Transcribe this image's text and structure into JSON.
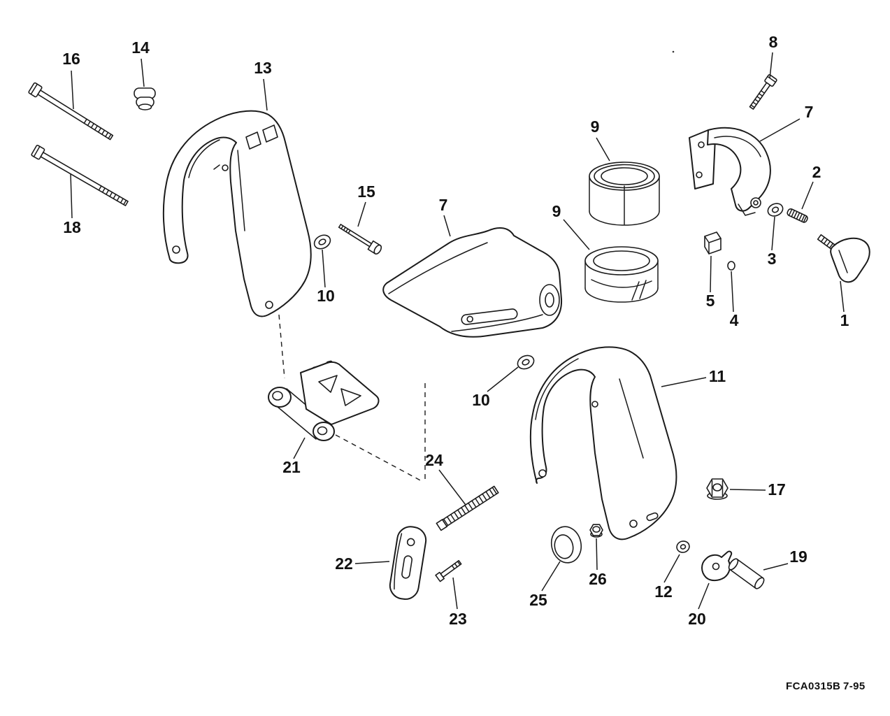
{
  "diagram": {
    "background_color": "#ffffff",
    "line_color": "#1b1b1b",
    "callouts": {
      "c1": "1",
      "c2": "2",
      "c3": "3",
      "c4": "4",
      "c5": "5",
      "c7a": "7",
      "c7b": "7",
      "c8": "8",
      "c9a": "9",
      "c9b": "9",
      "c10a": "10",
      "c10b": "10",
      "c11": "11",
      "c12": "12",
      "c13": "13",
      "c14": "14",
      "c15": "15",
      "c16": "16",
      "c17": "17",
      "c18": "18",
      "c19": "19",
      "c20": "20",
      "c21": "21",
      "c22": "22",
      "c23": "23",
      "c24": "24",
      "c25": "25",
      "c26": "26"
    },
    "footer": {
      "part_code": "FCA0315B",
      "date_code": "7-95"
    }
  }
}
